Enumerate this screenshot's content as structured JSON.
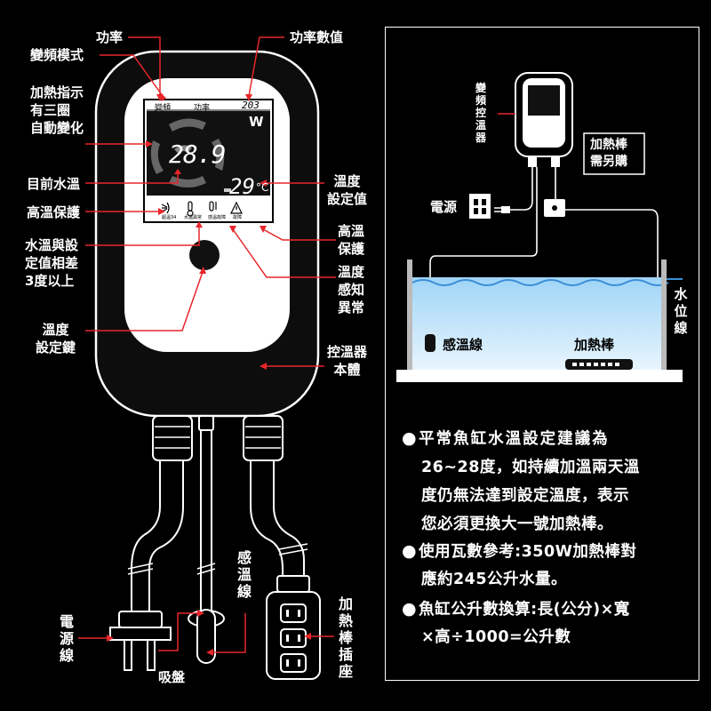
{
  "labels_left": {
    "power": "功率",
    "freq_mode": "變頻模式",
    "heat_indicator": "加熱指示\n有三圈\n自動變化",
    "current_temp": "目前水溫",
    "high_temp_protect": "高溫保護",
    "temp_diff": "水溫與設\n定值相差\n3度以上",
    "temp_set_key": "溫度\n設定鍵",
    "power_cord": "電源線",
    "suction_cup": "吸盤"
  },
  "labels_right": {
    "power_value": "功率數值",
    "temp_set_value": "溫度\n設定值",
    "high_temp_protect2": "高溫\n保護",
    "sensor_error": "溫度\n感知\n異常",
    "controller_body": "控溫器\n本體",
    "sensor_wire": "感溫線",
    "heater_socket": "加熱棒插座"
  },
  "screen": {
    "mode_label": "變頻",
    "power_label": "功率",
    "power_digits": "203",
    "power_unit": "W",
    "current_temp": "28.9",
    "set_temp": "29",
    "temp_unit": "°C",
    "icon_label_1": "超溫34",
    "icon_label_2": "水溫異常",
    "icon_label_3": "感溫故障",
    "icon_label_4": "故障"
  },
  "tank_diagram": {
    "controller_label": "變頻控溫器",
    "heater_note": "加熱棒\n需另購",
    "power_label": "電源",
    "water_level": "水位線",
    "sensor_label": "感溫線",
    "heater_label": "加熱棒"
  },
  "notes": [
    {
      "line1": "平常魚缸水溫設定建議為",
      "line2": "26~28度，如持續加溫兩天溫",
      "line3": "度仍無法達到設定溫度，表示",
      "line4": "您必須更換大一號加熱棒。"
    },
    {
      "line1": "使用瓦數參考:350W加熱棒對",
      "line2": "應約245公升水量。"
    },
    {
      "line1": "魚缸公升數換算:長(公分)×寬",
      "line2": "×高÷1000=公升數"
    }
  ],
  "colors": {
    "accent_red": "#e8262b",
    "water_blue": "#5aaee8",
    "background": "#000000"
  }
}
